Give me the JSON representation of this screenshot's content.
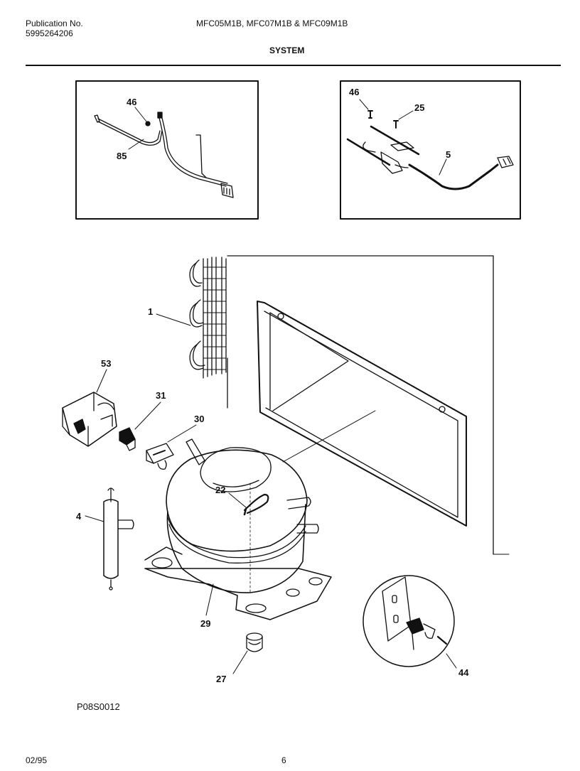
{
  "header": {
    "publication_label": "Publication No.",
    "publication_number": "5995264206",
    "models": "MFC05M1B, MFC07M1B & MFC09M1B",
    "section_title": "SYSTEM"
  },
  "callouts": {
    "c46a": "46",
    "c85": "85",
    "c46b": "46",
    "c25": "25",
    "c5": "5",
    "c1": "1",
    "c53": "53",
    "c31": "31",
    "c30": "30",
    "c4": "4",
    "c22": "22",
    "c29": "29",
    "c27": "27",
    "c44": "44"
  },
  "footer": {
    "drawing_code": "P08S0012",
    "date": "02/95",
    "page_number": "6"
  }
}
